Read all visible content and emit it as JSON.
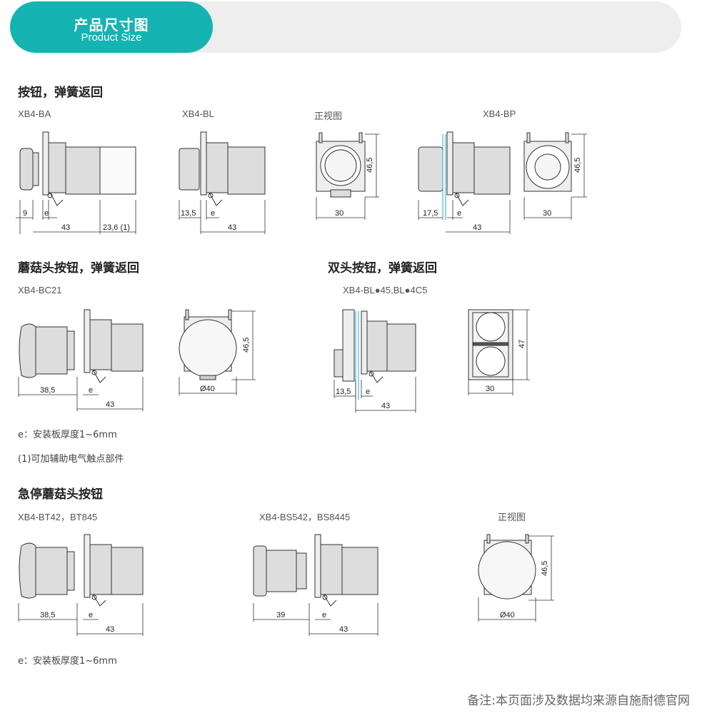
{
  "header": {
    "title_cn": "产品尺寸图",
    "title_en": "Product Size"
  },
  "sections": [
    {
      "title": "按钮，弹簧返回",
      "models": [
        "XB4-BA",
        "XB4-BL",
        "正视图",
        "XB4-BP"
      ],
      "dims": {
        "ba": [
          "9",
          "e",
          "43",
          "23,6 (1)"
        ],
        "bl": [
          "13,5",
          "e",
          "43"
        ],
        "front": [
          "46,5",
          "30"
        ],
        "bp": [
          "17,5",
          "e",
          "43"
        ],
        "bp_front": [
          "46,5",
          "30"
        ]
      }
    },
    {
      "title": "蘑菇头按钮，弹簧返回",
      "models": [
        "XB4-BC21"
      ],
      "dims": {
        "bc": [
          "38,5",
          "e",
          "43"
        ],
        "bc_front": [
          "46,5",
          "Ø40"
        ]
      }
    },
    {
      "title": "双头按钮，弹簧返回",
      "models": [
        "XB4-BL●45,BL●4C5"
      ],
      "dims": {
        "dbl": [
          "13,5",
          "e",
          "43"
        ],
        "dbl_front": [
          "47",
          "30"
        ]
      }
    },
    {
      "title": "急停蘑菇头按钮",
      "models": [
        "XB4-BT42，BT845",
        "XB4-BS542，BS8445",
        "正视图"
      ],
      "dims": {
        "bt": [
          "38,5",
          "e",
          "43"
        ],
        "bs": [
          "39",
          "e",
          "43"
        ],
        "es_front": [
          "46,5",
          "Ø40"
        ]
      }
    }
  ],
  "notes": {
    "e_note": "e：安装板厚度1~6mm",
    "aux_note": "(1)可加辅助电气触点部件",
    "e_note2": "e：安装板厚度1~6mm"
  },
  "footer": "备注:本页面涉及数据均来源自施耐德官网"
}
